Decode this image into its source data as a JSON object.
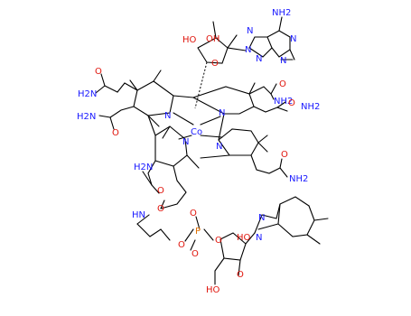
{
  "figure": {
    "type": "chemical-structure",
    "atom_labels": {
      "nh2_top": "NH2",
      "ho_left": "HO",
      "oh_right": "OH",
      "n_adenine_a": "N",
      "n_adenine_b": "N",
      "n_adenine_c": "N",
      "n_adenine_d": "N",
      "n_adenine_e": "N",
      "o_ribose": "O",
      "o_amide_a": "O",
      "h2n_a": "H2N",
      "o_amide_b": "O",
      "h2n_b": "H2N",
      "n_ring_a": "N",
      "n_ring_b": "N",
      "o_amide_c": "O",
      "nh2_c": "NH2",
      "o_amide_d": "O",
      "nh2_d": "NH2",
      "co": "Co",
      "n_ring_c": "N",
      "n_ring_d": "N",
      "h2n_e": "H2N",
      "o_amide_e": "O",
      "o_amide_f": "O",
      "nh2_f": "NH2",
      "o_lower": "O",
      "hn": "HN",
      "o_ester": "O",
      "p": "P",
      "o_p_a": "O",
      "o_p_b": "O",
      "o_p_c": "O",
      "oh_p": "O",
      "n_benz_a": "N",
      "ho_sugar": "HO",
      "n_benz_b": "N",
      "o_sugar": "O",
      "ho_bottom": "HO"
    }
  }
}
